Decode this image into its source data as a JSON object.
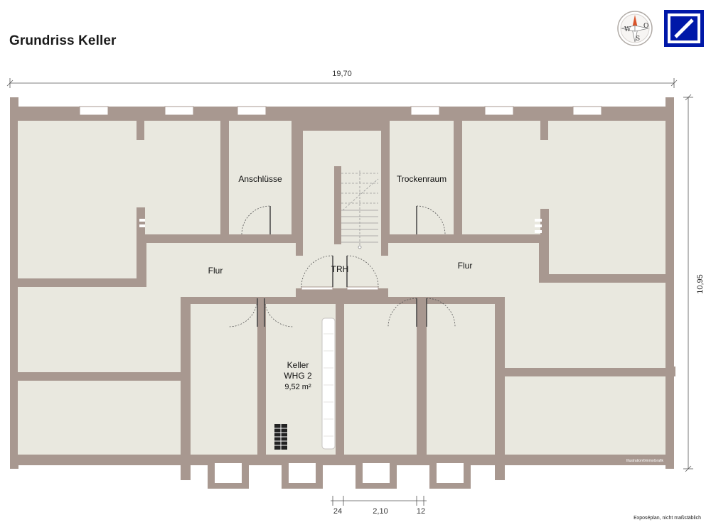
{
  "header": {
    "title": "Grundriss Keller"
  },
  "compass": {
    "letters": [
      "W",
      "O",
      "S"
    ]
  },
  "brand": {
    "color": "#0018a8"
  },
  "dimensions": {
    "width_total": "19,70",
    "height_total": "10,95",
    "bottom_left": "24",
    "bottom_mid": "2,10",
    "bottom_right": "12"
  },
  "rooms": {
    "anschluesse": "Anschlüsse",
    "trockenraum": "Trockenraum",
    "flur_left": "Flur",
    "flur_right": "Flur",
    "trh": "TRH",
    "keller_line1": "Keller",
    "keller_line2": "WHG 2",
    "keller_area": "9,52 m²"
  },
  "credit": "Illustration©immoGrafik",
  "footer": {
    "note": "Exposéplan, nicht maßstäblich"
  },
  "colors": {
    "wall": "#a89890",
    "floor": "#e9e8df",
    "dimension_line": "#555555"
  }
}
